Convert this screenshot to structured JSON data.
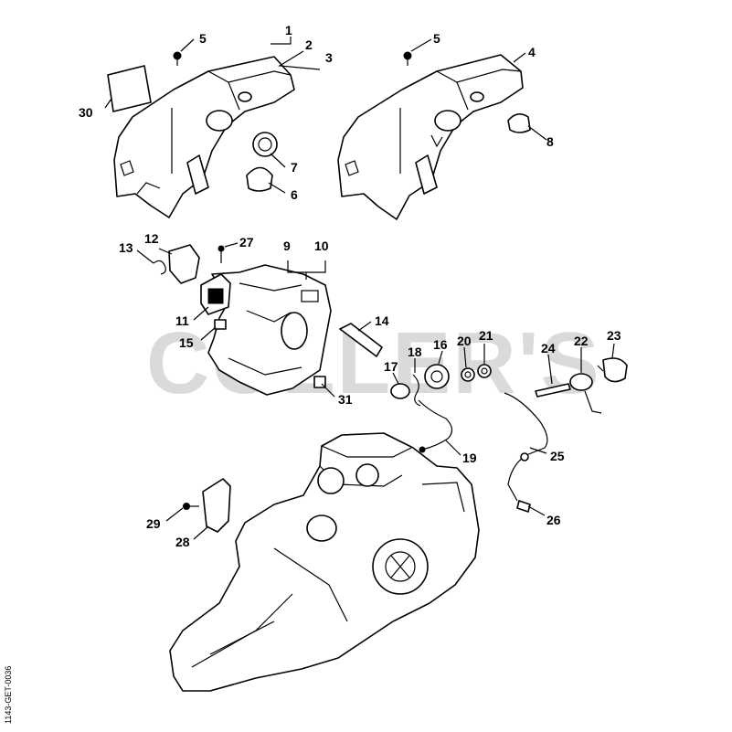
{
  "diagram": {
    "watermark": "COLLER'S",
    "drawing_code": "1143-GET-0036",
    "callouts": {
      "p1": "1",
      "p2": "2",
      "p3": "3",
      "p4": "4",
      "p5a": "5",
      "p5b": "5",
      "p6": "6",
      "p7": "7",
      "p8": "8",
      "p9": "9",
      "p10": "10",
      "p11": "11",
      "p12": "12",
      "p13": "13",
      "p14": "14",
      "p15": "15",
      "p16": "16",
      "p17": "17",
      "p18": "18",
      "p19": "19",
      "p20": "20",
      "p21": "21",
      "p22": "22",
      "p23": "23",
      "p24": "24",
      "p25": "25",
      "p26": "26",
      "p27": "27",
      "p28": "28",
      "p29": "29",
      "p30": "30",
      "p31": "31"
    }
  }
}
